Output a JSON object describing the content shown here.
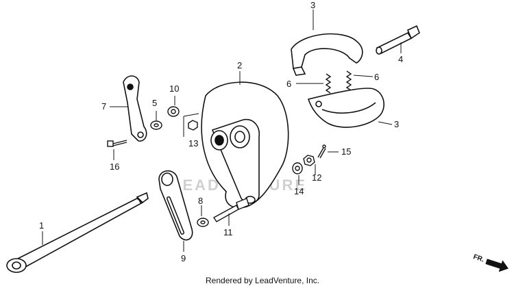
{
  "watermark": "LEADVENTURE",
  "credit": "Rendered by LeadVenture, Inc.",
  "direction_mark": "FR.",
  "callouts": {
    "c1": "1",
    "c2": "2",
    "c3a": "3",
    "c3b": "3",
    "c4": "4",
    "c5": "5",
    "c6a": "6",
    "c6b": "6",
    "c7": "7",
    "c8": "8",
    "c9": "9",
    "c10": "10",
    "c11": "11",
    "c12": "12",
    "c13": "13",
    "c14": "14",
    "c15": "15",
    "c16": "16"
  }
}
